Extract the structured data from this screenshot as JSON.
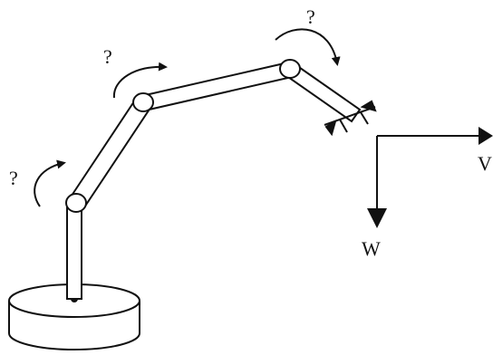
{
  "diagram": {
    "joint_labels": [
      "?",
      "?",
      "?"
    ],
    "axis_labels": {
      "horizontal": "V",
      "vertical": "W"
    },
    "colors": {
      "ink": "#111111",
      "arm_fill": "#ffffff",
      "background": "#ffffff"
    },
    "icons": [
      "robot-arm",
      "rotation-arrow",
      "gripper",
      "coordinate-axes"
    ]
  }
}
